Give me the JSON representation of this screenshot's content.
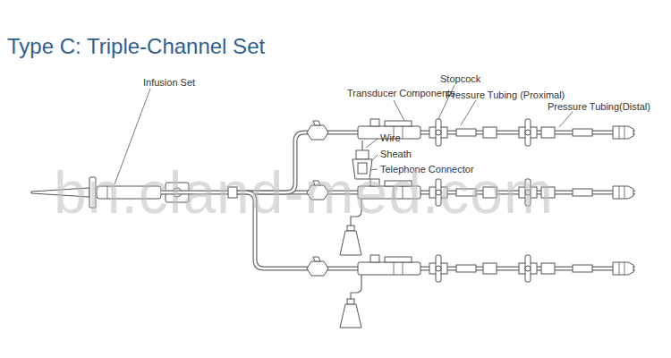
{
  "diagram": {
    "title": "Type C: Triple-Channel Set",
    "labels": [
      "Infusion Set",
      "Transducer Components",
      "Stopcock",
      "Pressure Tubing (Proximal)",
      "Pressure Tubing(Distal)",
      "Wire",
      "Sheath",
      "Telephone Connector",
      "bn.cland-med.com"
    ]
  }
}
